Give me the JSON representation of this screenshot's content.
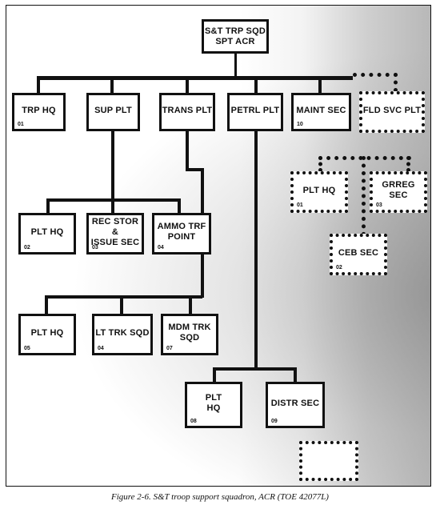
{
  "diagram": {
    "nodes": {
      "root": {
        "label": "S&T TRP SQD\nSPT ACR",
        "code": ""
      },
      "trp_hq": {
        "label": "TRP HQ",
        "code": "01"
      },
      "sup_plt": {
        "label": "SUP PLT",
        "code": ""
      },
      "trans_plt": {
        "label": "TRANS PLT",
        "code": ""
      },
      "petrl_plt": {
        "label": "PETRL PLT",
        "code": ""
      },
      "maint_sec": {
        "label": "MAINT SEC",
        "code": "10"
      },
      "fld_svc_plt": {
        "label": "FLD SVC PLT",
        "code": ""
      },
      "fld_plt_hq": {
        "label": "PLT HQ",
        "code": "01"
      },
      "grreg_sec": {
        "label": "GRREG SEC",
        "code": "03"
      },
      "ceb_sec": {
        "label": "CEB SEC",
        "code": "02"
      },
      "sup_plt_hq": {
        "label": "PLT HQ",
        "code": "02"
      },
      "rec_stor": {
        "label": "REC STOR &\nISSUE SEC",
        "code": "03"
      },
      "ammo_trf": {
        "label": "AMMO TRF\nPOINT",
        "code": "04"
      },
      "trans_plt_hq": {
        "label": "PLT HQ",
        "code": "05"
      },
      "lt_trk_sqd": {
        "label": "LT TRK SQD",
        "code": "04"
      },
      "mdm_trk_sqd": {
        "label": "MDM TRK\nSQD",
        "code": "07"
      },
      "petrl_plt_hq": {
        "label": "PLT\nHQ",
        "code": "08"
      },
      "distr_sec": {
        "label": "DISTR SEC",
        "code": "09"
      },
      "blank_box": {
        "label": "",
        "code": ""
      }
    },
    "caption": "Figure 2-6. S&T troop support squadron, ACR (TOE 42077L)"
  }
}
